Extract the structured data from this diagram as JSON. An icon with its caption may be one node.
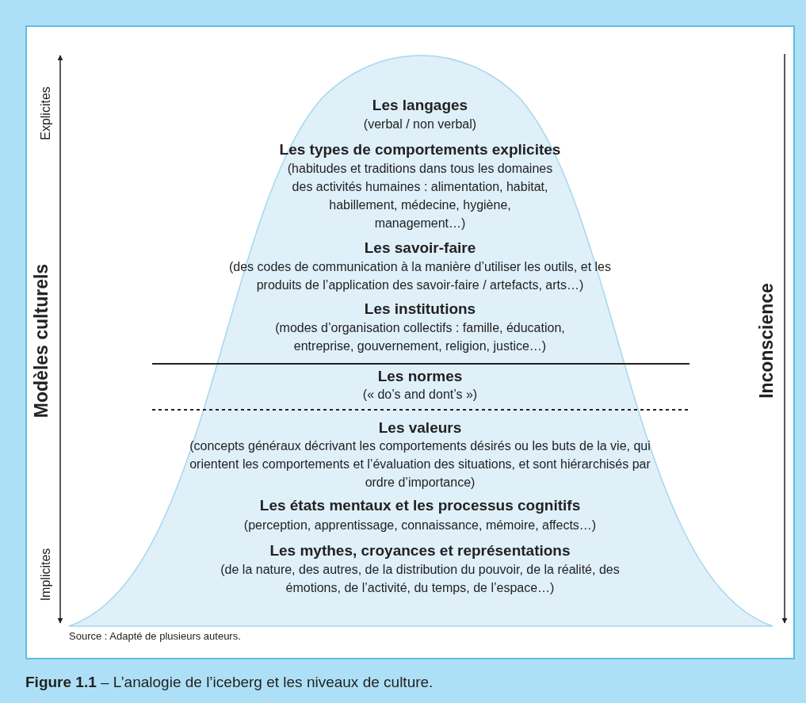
{
  "diagram": {
    "caption": "**Figure 1.1** – L’analogie de l’iceberg et les niveaux de culture.",
    "nodes": [
      {
        "text": [
          "Les langages",
          "(verbal / non verbal)",
          "Les types de comportements explicites",
          "(habitudes et traditions dans tous les domaines des activités humaines : alimentation, habitat, habillement, médecine, hygiène, management…)",
          "Les savoir-faire",
          "(des codes de communication à la manière d’utiliser les outils, et les produits de l’application des savoir-faire / artefacts, arts…)",
          "Les institutions",
          "(modes d’organisation collectifs : famille, éducation, entreprise, gouvernement, religion, justice…)",
          "Les normes",
          "(« do’s and dont’s »)",
          "Les valeurs",
          "(concepts généraux décrivant les comportements désirés ou les buts de la vie, qui orientent les comportements et l’évaluation des situations, et sont hiérarchisés par ordre d’importance)",
          "Les états mentaux et les processus cognitifs",
          "(perception, apprentissage, connaissance, mémoire, affects…)",
          "Les mythes, croyances et représentations",
          "(de la nature, des autres, de la distribution du pouvoir, de la réalité, des émotions, de l’activité, du temps, de l’espace…)"
        ]
      }
    ],
    "edges": [],
    "labels": [
      "Explicites",
      "Modèles culturels",
      "Implicites",
      "Inconscience",
      "Source : Adapté de plusieurs auteurs."
    ]
  }
}
